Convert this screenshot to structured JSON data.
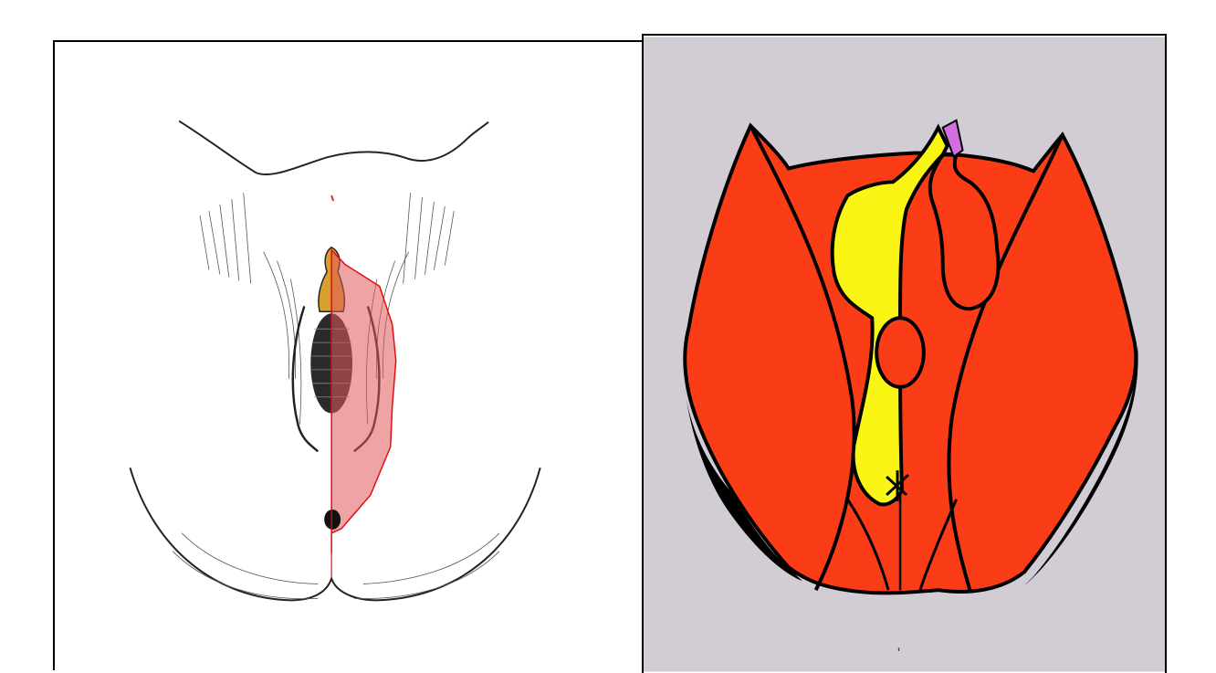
{
  "figure": {
    "left_panel": {
      "kind": "line-drawing",
      "highlight_color": "#e05a5a",
      "highlight_stroke": "#e01010",
      "fill_opacity": 0.55
    },
    "right_panel": {
      "kind": "color-segmentation",
      "background_color": "#d2cdd4",
      "region_colors": {
        "main": "#fb3d17",
        "highlight": "#fbf516",
        "tip": "#d46ee0",
        "outline": "#000000"
      },
      "bottom_mark": "'"
    }
  }
}
